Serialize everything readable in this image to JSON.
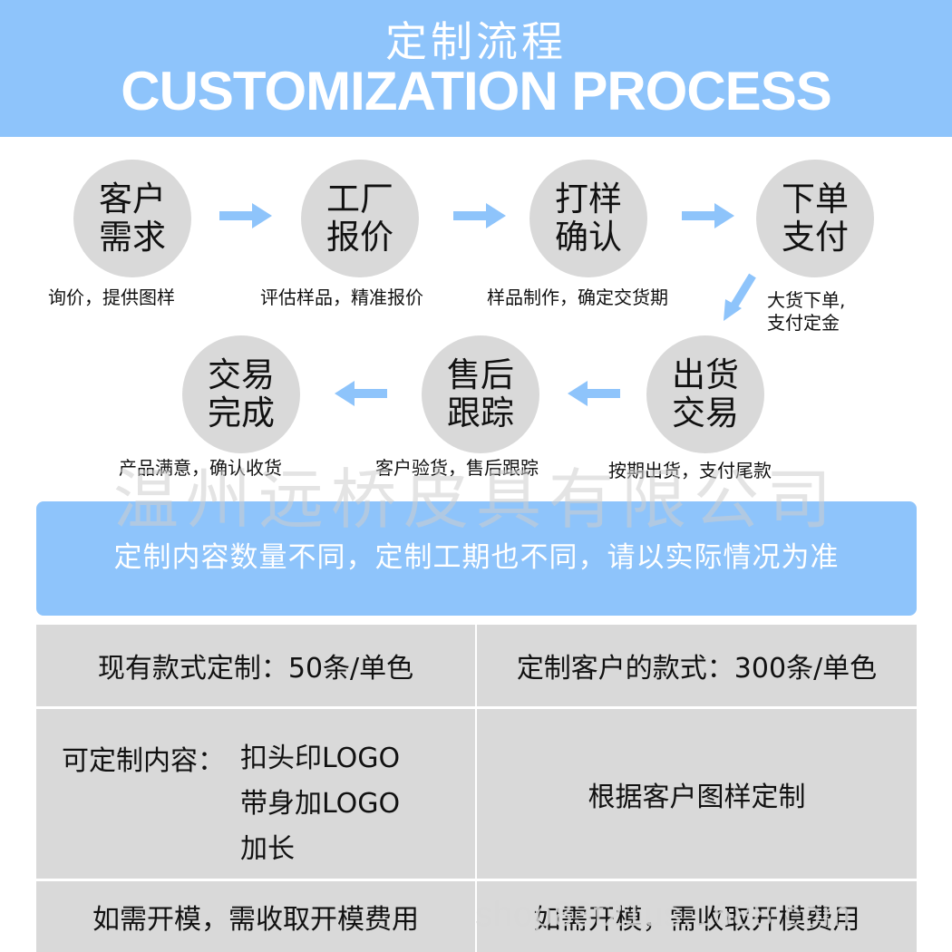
{
  "header": {
    "title_cn": "定制流程",
    "title_en": "CUSTOMIZATION PROCESS"
  },
  "steps": [
    {
      "title": "客户需求",
      "desc": "询价，提供图样"
    },
    {
      "title": "工厂报价",
      "desc": "评估样品，精准报价"
    },
    {
      "title": "打样确认",
      "desc": "样品制作，确定交货期"
    },
    {
      "title": "下单支付",
      "desc_lines": [
        "大货下单,",
        "支付定金"
      ]
    },
    {
      "title": "出货交易",
      "desc": "按期出货，支付尾款"
    },
    {
      "title": "售后跟踪",
      "desc": "客户验货，售后跟踪"
    },
    {
      "title": "交易完成",
      "desc": "产品满意，确认收货"
    }
  ],
  "watermark": {
    "company": "温州远桥皮具有限公司",
    "url": "shop83f21us.1688.com"
  },
  "notice": "定制内容数量不同，定制工期也不同，请以实际情况为准",
  "table": {
    "row1_left": "现有款式定制：50条/单色",
    "row1_right": "定制客户的款式：300条/单色",
    "row2_left_label": "可定制内容：",
    "row2_left_items": [
      "扣头印LOGO",
      "带身加LOGO",
      "加长"
    ],
    "row2_right": "根据客户图样定制",
    "row3_left": "如需开模，需收取开模费用",
    "row3_right": "如需开模，需收取开模费用"
  },
  "colors": {
    "accent": "#8ec4fb",
    "circle": "#d9d9d9",
    "arrow": "#8ec4fb"
  }
}
